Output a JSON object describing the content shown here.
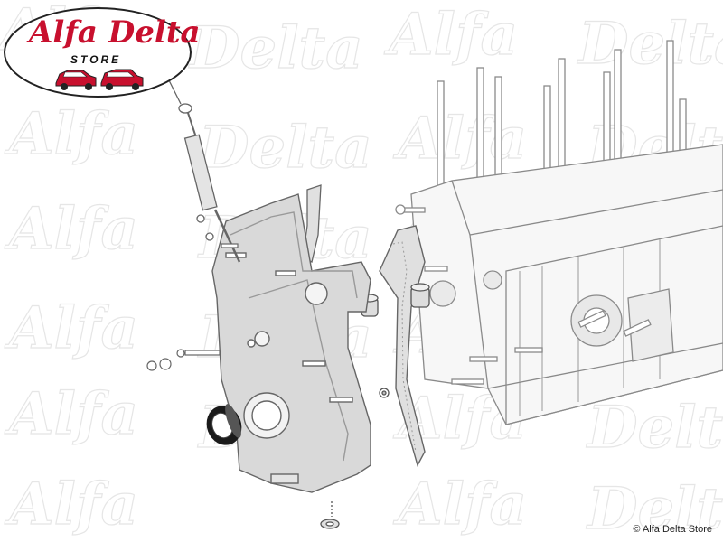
{
  "logo": {
    "brand": "Alfa Delta",
    "tagline": "STORE"
  },
  "watermarks": [
    "Alfa",
    "Delta"
  ],
  "copyright": "© Alfa Delta Store",
  "colors": {
    "brand_red": "#c8102e",
    "line_gray": "#8a8a8a",
    "part_fill": "#d9d9d9",
    "watermark": "#e6e6e6",
    "highlight_seal": "#1a1a1a"
  }
}
